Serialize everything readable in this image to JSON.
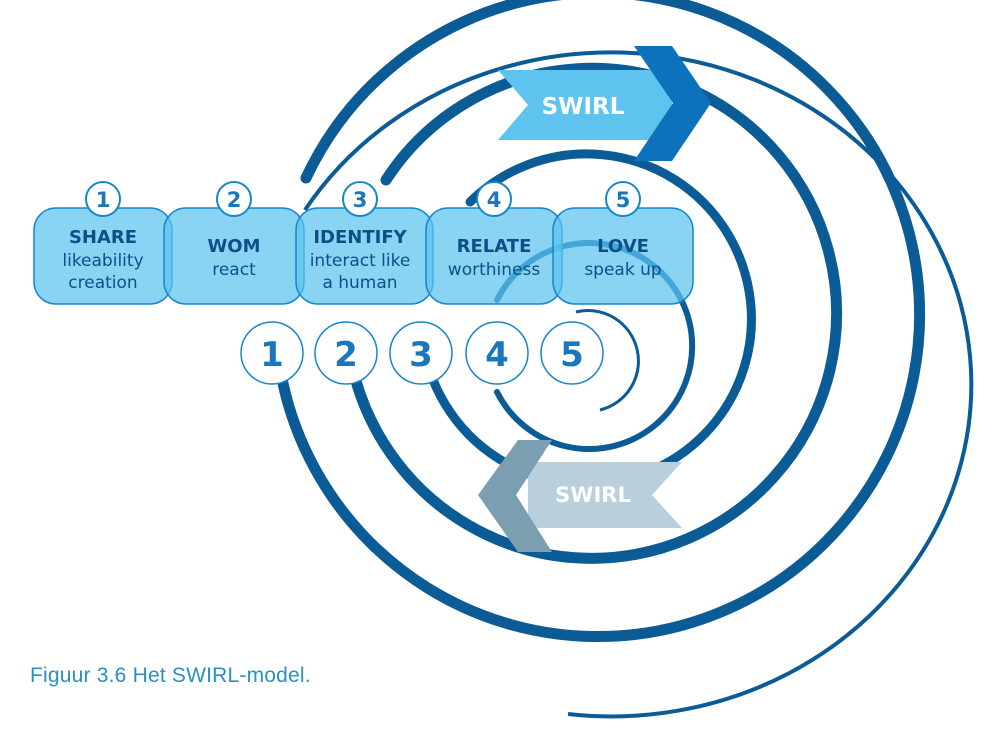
{
  "colors": {
    "spiral": "#0a5b96",
    "box_fill": "#5cc3ef",
    "box_border": "#1687c9",
    "text_dark": "#0d4f86",
    "number_blue": "#1a76bd",
    "arrow_light": "#5ec4ef",
    "arrow_dark": "#0b72bb",
    "arrow_grey_light": "#b9d0dc",
    "arrow_grey_dark": "#7b9fb0",
    "caption": "#2a8fc4"
  },
  "arrows": {
    "forward_label": "SWIRL",
    "backward_label": "SWIRL"
  },
  "stages": [
    {
      "number": "1",
      "title": "SHARE",
      "lines": [
        "likeability",
        "creation"
      ]
    },
    {
      "number": "2",
      "title": "WOM",
      "lines": [
        "react"
      ]
    },
    {
      "number": "3",
      "title": "IDENTIFY",
      "lines": [
        "interact like",
        "a human"
      ]
    },
    {
      "number": "4",
      "title": "RELATE",
      "lines": [
        "worthiness"
      ]
    },
    {
      "number": "5",
      "title": "LOVE",
      "lines": [
        "speak up"
      ]
    }
  ],
  "ring_numbers": [
    "1",
    "2",
    "3",
    "4",
    "5"
  ],
  "caption": "Figuur 3.6  Het SWIRL-model."
}
